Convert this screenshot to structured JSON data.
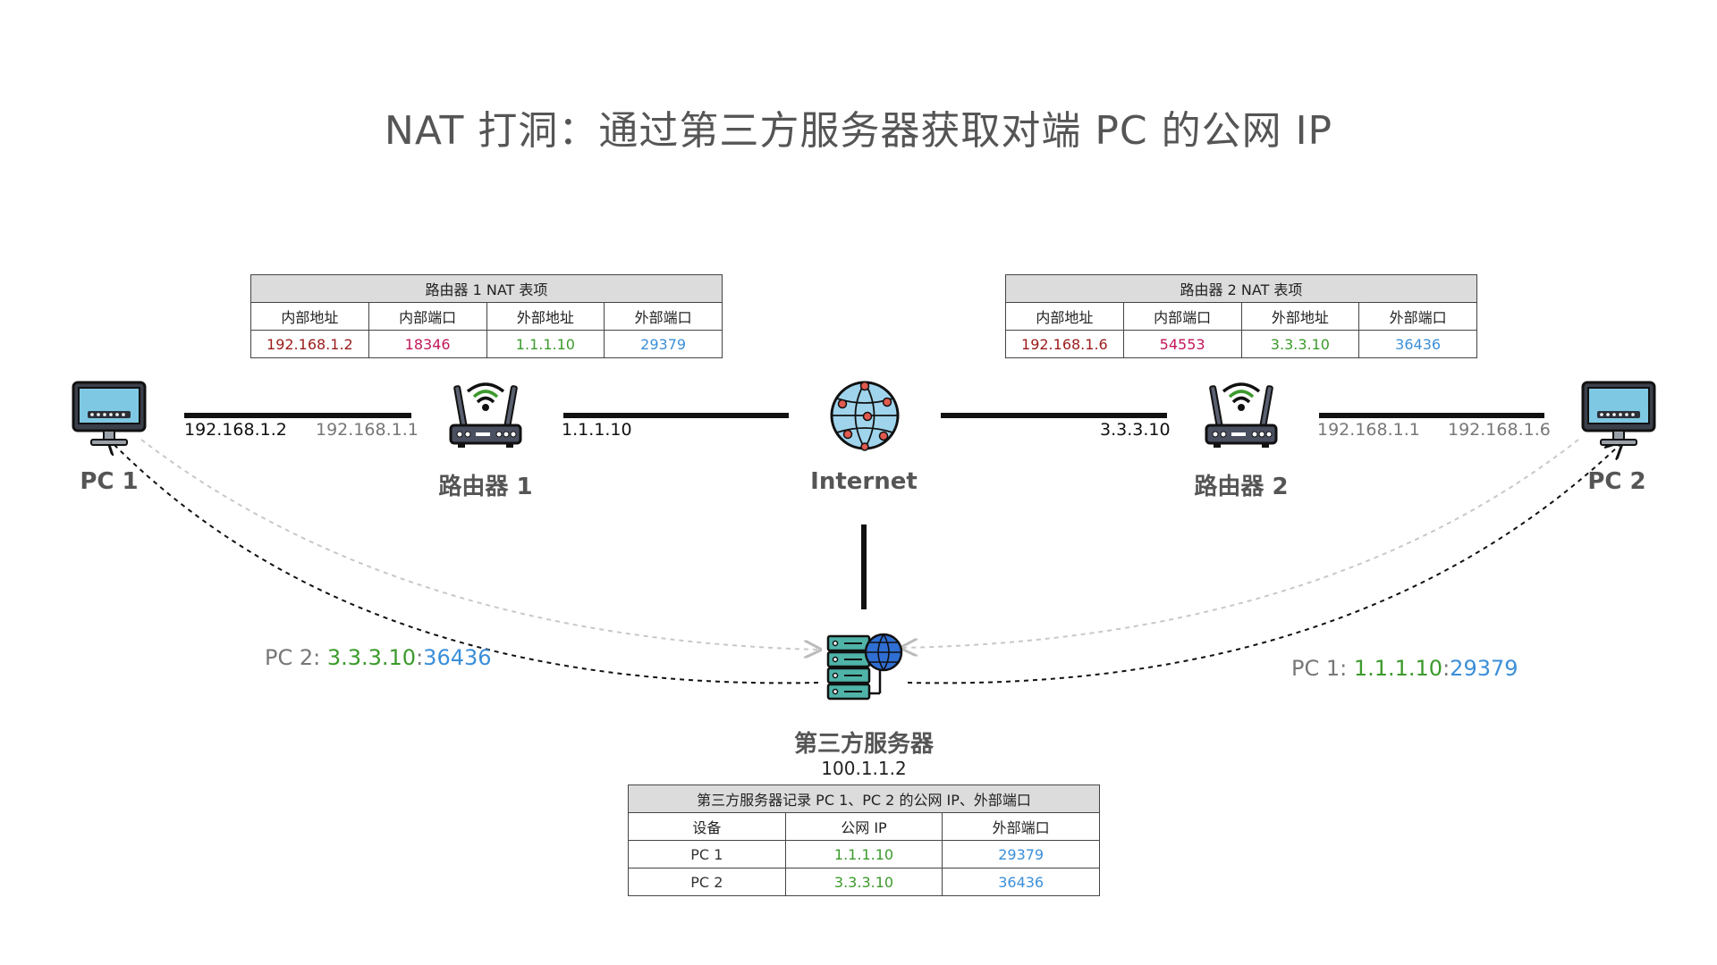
{
  "title": "NAT 打洞：通过第三方服务器获取对端 PC 的公网 IP",
  "nodes": {
    "pc1": "PC 1",
    "router1": "路由器 1",
    "internet": "Internet",
    "router2": "路由器 2",
    "pc2": "PC 2",
    "server": "第三方服务器",
    "server_ip": "100.1.1.2"
  },
  "link_labels": {
    "pc1_ip": "192.168.1.2",
    "router1_lan": "192.168.1.1",
    "router1_wan": "1.1.1.10",
    "router2_wan": "3.3.3.10",
    "router2_lan": "192.168.1.1",
    "pc2_ip": "192.168.1.6"
  },
  "router1_table": {
    "caption": "路由器 1 NAT 表项",
    "headers": [
      "内部地址",
      "内部端口",
      "外部地址",
      "外部端口"
    ],
    "row": [
      "192.168.1.2",
      "18346",
      "1.1.1.10",
      "29379"
    ]
  },
  "router2_table": {
    "caption": "路由器 2 NAT 表项",
    "headers": [
      "内部地址",
      "内部端口",
      "外部地址",
      "外部端口"
    ],
    "row": [
      "192.168.1.6",
      "54553",
      "3.3.3.10",
      "36436"
    ]
  },
  "server_table": {
    "caption": "第三方服务器记录 PC 1、PC 2 的公网 IP、外部端口",
    "headers": [
      "设备",
      "公网 IP",
      "外部端口"
    ],
    "rows": [
      [
        "PC 1",
        "1.1.1.10",
        "29379"
      ],
      [
        "PC 2",
        "3.3.3.10",
        "36436"
      ]
    ]
  },
  "annotations": {
    "left": {
      "prefix": "PC 2: ",
      "ip": "3.3.3.10",
      "sep": ":",
      "port": "36436"
    },
    "right": {
      "prefix": "PC 1: ",
      "ip": "1.1.1.10",
      "sep": ":",
      "port": "29379"
    }
  },
  "colors": {
    "internal_addr": "#9b1b1b",
    "internal_port": "#c2185b",
    "external_addr": "#3c9a2c",
    "external_port": "#3b8fd9"
  }
}
